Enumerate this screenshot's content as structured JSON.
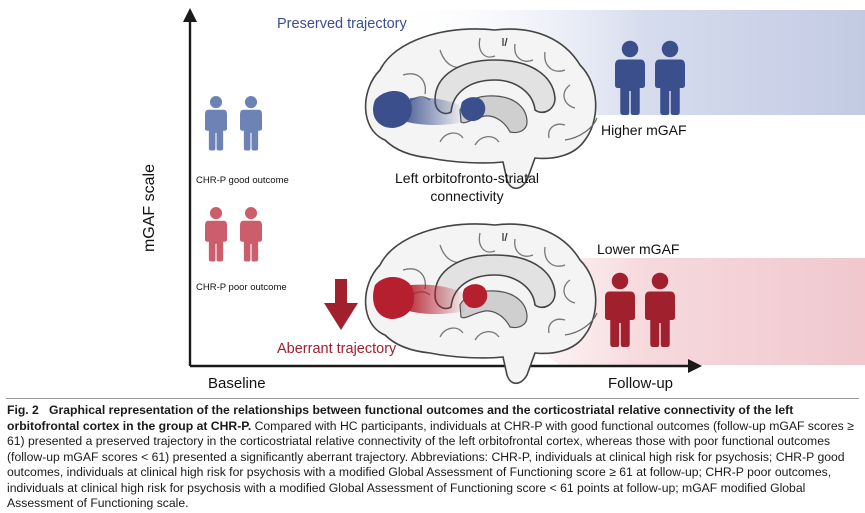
{
  "diagram": {
    "y_axis_label": "mGAF scale",
    "x_axis_start": "Baseline",
    "x_axis_end": "Follow-up",
    "preserved_label": "Preserved trajectory",
    "aberrant_label": "Aberrant trajectory",
    "good_outcome_label": "CHR-P good outcome",
    "poor_outcome_label": "CHR-P poor outcome",
    "connectivity_label_line1": "Left orbitofronto-striatal",
    "connectivity_label_line2": "connectivity",
    "higher_label": "Higher mGAF",
    "lower_label": "Lower mGAF",
    "colors": {
      "blue": "#6d82b5",
      "blue_dark": "#3a4f8c",
      "blue_band": "#c9d0e6",
      "red": "#cc5e6c",
      "red_dark": "#a0202d",
      "red_band": "#f2cdd2",
      "axis": "#1a1a1a"
    }
  },
  "caption": {
    "fig_num": "Fig. 2",
    "title": "Graphical representation of the relationships between functional outcomes and the corticostriatal relative connectivity of the left orbitofrontal cortex in the group at CHR-P.",
    "body": " Compared with HC participants, individuals at CHR-P with good functional outcomes (follow-up mGAF scores ≥ 61) presented a preserved trajectory in the corticostriatal relative connectivity of the left orbitofrontal cortex, whereas those with poor functional outcomes (follow-up mGAF scores < 61) presented a significantly aberrant trajectory. Abbreviations: CHR-P, individuals at clinical high risk for psychosis; CHR-P good outcomes, individuals at clinical high risk for psychosis with a modified Global Assessment of Functioning score ≥ 61 at follow-up; CHR-P poor outcomes, individuals at clinical high risk for psychosis with a modified Global Assessment of Functioning score < 61 points at follow-up; mGAF modified Global Assessment of Functioning scale."
  }
}
